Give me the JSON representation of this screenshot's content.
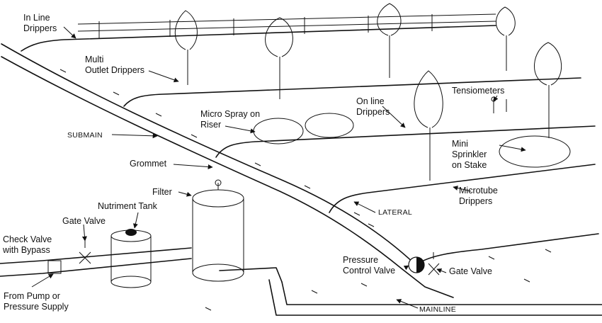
{
  "labels": {
    "in_line_drippers": "In Line\nDrippers",
    "multi_outlet_drippers": "Multi\nOutlet Drippers",
    "micro_spray_on_riser": "Micro Spray on\nRiser",
    "on_line_drippers": "On line\nDrippers",
    "tensiometers": "Tensiometers",
    "mini_sprinkler_on_stake": "Mini\nSprinkler\non Stake",
    "submain": "SUBMAIN",
    "grommet": "Grommet",
    "filter": "Filter",
    "nutriment_tank": "Nutriment Tank",
    "gate_valve_left": "Gate Valve",
    "check_valve_with_bypass": "Check Valve\nwith Bypass",
    "lateral": "LATERAL",
    "microtube_drippers": "Microtube\nDrippers",
    "pressure_control_valve": "Pressure\nControl Valve",
    "gate_valve_right": "Gate Valve",
    "from_pump": "From Pump or\nPressure Supply",
    "mainline": "MAINLINE"
  }
}
